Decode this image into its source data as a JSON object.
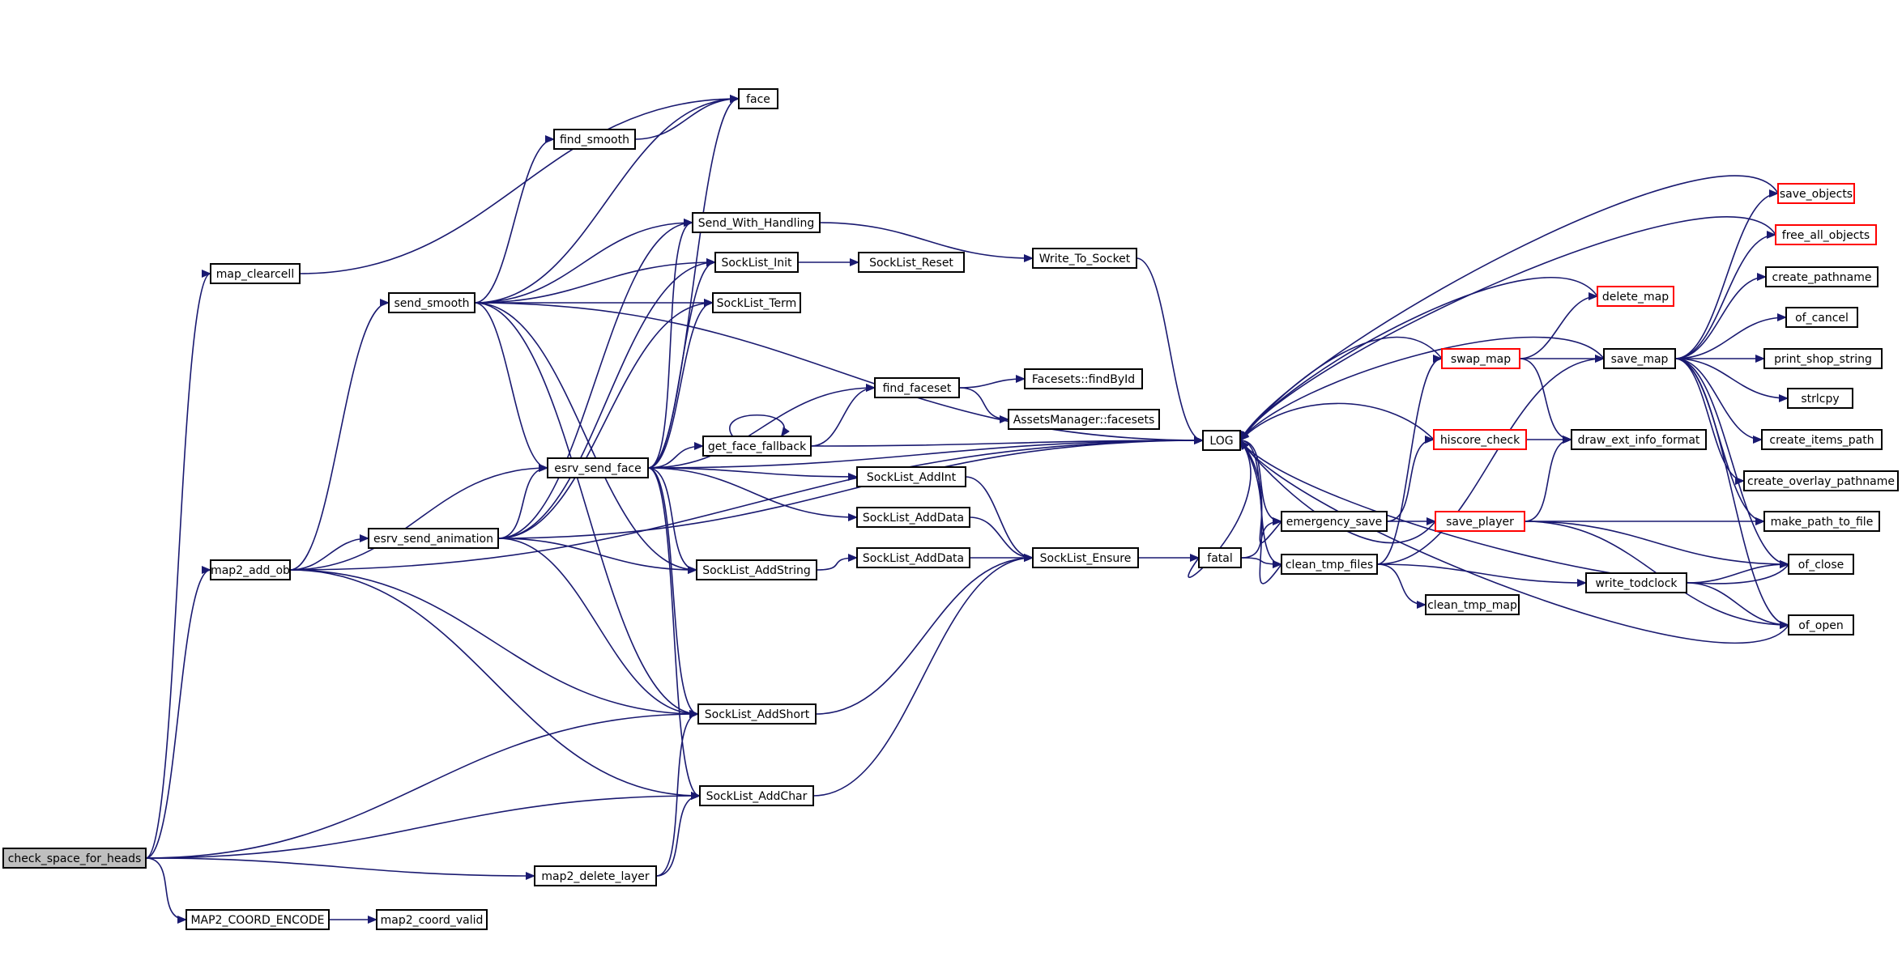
{
  "colors": {
    "edge": "#191970",
    "node_border": "#000000",
    "truncated_border": "#ff0000",
    "root_fill": "#bfbfbf",
    "node_fill": "#ffffff"
  },
  "nodes": [
    {
      "id": "check_space_for_heads",
      "label": "check_space_for_heads",
      "kind": "root"
    },
    {
      "id": "map_clearcell",
      "label": "map_clearcell",
      "kind": "normal"
    },
    {
      "id": "map2_add_ob",
      "label": "map2_add_ob",
      "kind": "normal"
    },
    {
      "id": "send_smooth",
      "label": "send_smooth",
      "kind": "normal"
    },
    {
      "id": "esrv_send_animation",
      "label": "esrv_send_animation",
      "kind": "normal"
    },
    {
      "id": "esrv_send_face",
      "label": "esrv_send_face",
      "kind": "normal"
    },
    {
      "id": "find_smooth",
      "label": "find_smooth",
      "kind": "normal"
    },
    {
      "id": "face",
      "label": "face",
      "kind": "normal"
    },
    {
      "id": "Send_With_Handling",
      "label": "Send_With_Handling",
      "kind": "normal"
    },
    {
      "id": "SockList_Init",
      "label": "SockList_Init",
      "kind": "normal"
    },
    {
      "id": "SockList_Term",
      "label": "SockList_Term",
      "kind": "normal"
    },
    {
      "id": "SockList_Reset",
      "label": "SockList_Reset",
      "kind": "normal"
    },
    {
      "id": "Write_To_Socket",
      "label": "Write_To_Socket",
      "kind": "normal"
    },
    {
      "id": "find_faceset",
      "label": "find_faceset",
      "kind": "normal"
    },
    {
      "id": "Facesets_findById",
      "label": "Facesets::findById",
      "kind": "normal"
    },
    {
      "id": "AssetsManager_facesets",
      "label": "AssetsManager::facesets",
      "kind": "normal"
    },
    {
      "id": "get_face_fallback",
      "label": "get_face_fallback",
      "kind": "normal"
    },
    {
      "id": "SockList_AddInt",
      "label": "SockList_AddInt",
      "kind": "normal"
    },
    {
      "id": "SockList_AddData_1",
      "label": "SockList_AddData",
      "kind": "normal"
    },
    {
      "id": "SockList_AddString",
      "label": "SockList_AddString",
      "kind": "normal"
    },
    {
      "id": "SockList_AddData_2",
      "label": "SockList_AddData",
      "kind": "normal"
    },
    {
      "id": "SockList_Ensure",
      "label": "SockList_Ensure",
      "kind": "normal"
    },
    {
      "id": "SockList_AddShort",
      "label": "SockList_AddShort",
      "kind": "normal"
    },
    {
      "id": "SockList_AddChar",
      "label": "SockList_AddChar",
      "kind": "normal"
    },
    {
      "id": "map2_delete_layer",
      "label": "map2_delete_layer",
      "kind": "normal"
    },
    {
      "id": "MAP2_COORD_ENCODE",
      "label": "MAP2_COORD_ENCODE",
      "kind": "normal"
    },
    {
      "id": "map2_coord_valid",
      "label": "map2_coord_valid",
      "kind": "normal"
    },
    {
      "id": "LOG",
      "label": "LOG",
      "kind": "normal"
    },
    {
      "id": "fatal",
      "label": "fatal",
      "kind": "normal"
    },
    {
      "id": "emergency_save",
      "label": "emergency_save",
      "kind": "normal"
    },
    {
      "id": "clean_tmp_files",
      "label": "clean_tmp_files",
      "kind": "normal"
    },
    {
      "id": "clean_tmp_map",
      "label": "clean_tmp_map",
      "kind": "normal"
    },
    {
      "id": "swap_map",
      "label": "swap_map",
      "kind": "truncated"
    },
    {
      "id": "delete_map",
      "label": "delete_map",
      "kind": "truncated"
    },
    {
      "id": "hiscore_check",
      "label": "hiscore_check",
      "kind": "truncated"
    },
    {
      "id": "save_player",
      "label": "save_player",
      "kind": "truncated"
    },
    {
      "id": "write_todclock",
      "label": "write_todclock",
      "kind": "normal"
    },
    {
      "id": "save_map",
      "label": "save_map",
      "kind": "normal"
    },
    {
      "id": "draw_ext_info_format",
      "label": "draw_ext_info_format",
      "kind": "normal"
    },
    {
      "id": "save_objects",
      "label": "save_objects",
      "kind": "truncated"
    },
    {
      "id": "free_all_objects",
      "label": "free_all_objects",
      "kind": "truncated"
    },
    {
      "id": "create_pathname",
      "label": "create_pathname",
      "kind": "normal"
    },
    {
      "id": "of_cancel",
      "label": "of_cancel",
      "kind": "normal"
    },
    {
      "id": "print_shop_string",
      "label": "print_shop_string",
      "kind": "normal"
    },
    {
      "id": "strlcpy",
      "label": "strlcpy",
      "kind": "normal"
    },
    {
      "id": "create_items_path",
      "label": "create_items_path",
      "kind": "normal"
    },
    {
      "id": "create_overlay_pathname",
      "label": "create_overlay_pathname",
      "kind": "normal"
    },
    {
      "id": "make_path_to_file",
      "label": "make_path_to_file",
      "kind": "normal"
    },
    {
      "id": "of_close",
      "label": "of_close",
      "kind": "normal"
    },
    {
      "id": "of_open",
      "label": "of_open",
      "kind": "normal"
    }
  ],
  "edges": [
    [
      "check_space_for_heads",
      "map_clearcell"
    ],
    [
      "check_space_for_heads",
      "map2_add_ob"
    ],
    [
      "check_space_for_heads",
      "SockList_AddShort"
    ],
    [
      "check_space_for_heads",
      "map2_delete_layer"
    ],
    [
      "check_space_for_heads",
      "MAP2_COORD_ENCODE"
    ],
    [
      "check_space_for_heads",
      "SockList_AddChar"
    ],
    [
      "map_clearcell",
      "face"
    ],
    [
      "map2_add_ob",
      "send_smooth"
    ],
    [
      "map2_add_ob",
      "esrv_send_animation"
    ],
    [
      "map2_add_ob",
      "esrv_send_face"
    ],
    [
      "map2_add_ob",
      "SockList_AddShort"
    ],
    [
      "map2_add_ob",
      "SockList_AddChar"
    ],
    [
      "map2_add_ob",
      "LOG"
    ],
    [
      "send_smooth",
      "face"
    ],
    [
      "send_smooth",
      "find_smooth"
    ],
    [
      "send_smooth",
      "Send_With_Handling"
    ],
    [
      "send_smooth",
      "SockList_Init"
    ],
    [
      "send_smooth",
      "SockList_Term"
    ],
    [
      "send_smooth",
      "esrv_send_face"
    ],
    [
      "send_smooth",
      "SockList_AddString"
    ],
    [
      "send_smooth",
      "SockList_AddShort"
    ],
    [
      "send_smooth",
      "LOG"
    ],
    [
      "find_smooth",
      "face"
    ],
    [
      "esrv_send_animation",
      "Send_With_Handling"
    ],
    [
      "esrv_send_animation",
      "SockList_Init"
    ],
    [
      "esrv_send_animation",
      "SockList_Term"
    ],
    [
      "esrv_send_animation",
      "esrv_send_face"
    ],
    [
      "esrv_send_animation",
      "SockList_AddString"
    ],
    [
      "esrv_send_animation",
      "SockList_AddShort"
    ],
    [
      "esrv_send_animation",
      "LOG"
    ],
    [
      "esrv_send_face",
      "face"
    ],
    [
      "esrv_send_face",
      "Send_With_Handling"
    ],
    [
      "esrv_send_face",
      "SockList_Init"
    ],
    [
      "esrv_send_face",
      "SockList_Term"
    ],
    [
      "esrv_send_face",
      "find_faceset"
    ],
    [
      "esrv_send_face",
      "get_face_fallback"
    ],
    [
      "esrv_send_face",
      "SockList_AddInt"
    ],
    [
      "esrv_send_face",
      "SockList_AddData_1"
    ],
    [
      "esrv_send_face",
      "SockList_AddString"
    ],
    [
      "esrv_send_face",
      "SockList_AddShort"
    ],
    [
      "esrv_send_face",
      "SockList_AddChar"
    ],
    [
      "esrv_send_face",
      "LOG"
    ],
    [
      "Send_With_Handling",
      "Write_To_Socket"
    ],
    [
      "SockList_Init",
      "SockList_Reset"
    ],
    [
      "Write_To_Socket",
      "LOG"
    ],
    [
      "find_faceset",
      "Facesets_findById"
    ],
    [
      "find_faceset",
      "AssetsManager_facesets"
    ],
    [
      "get_face_fallback",
      "get_face_fallback"
    ],
    [
      "get_face_fallback",
      "find_faceset"
    ],
    [
      "get_face_fallback",
      "LOG"
    ],
    [
      "SockList_AddInt",
      "SockList_Ensure"
    ],
    [
      "SockList_AddData_1",
      "SockList_Ensure"
    ],
    [
      "SockList_AddString",
      "SockList_AddData_2"
    ],
    [
      "SockList_AddData_2",
      "SockList_Ensure"
    ],
    [
      "SockList_AddShort",
      "SockList_Ensure"
    ],
    [
      "SockList_AddChar",
      "SockList_Ensure"
    ],
    [
      "map2_delete_layer",
      "SockList_AddShort"
    ],
    [
      "map2_delete_layer",
      "SockList_AddChar"
    ],
    [
      "MAP2_COORD_ENCODE",
      "map2_coord_valid"
    ],
    [
      "SockList_Ensure",
      "fatal"
    ],
    [
      "fatal",
      "LOG"
    ],
    [
      "fatal",
      "emergency_save"
    ],
    [
      "fatal",
      "clean_tmp_files"
    ],
    [
      "LOG",
      "emergency_save"
    ],
    [
      "LOG",
      "clean_tmp_files"
    ],
    [
      "emergency_save",
      "LOG"
    ],
    [
      "emergency_save",
      "hiscore_check"
    ],
    [
      "emergency_save",
      "save_player"
    ],
    [
      "clean_tmp_files",
      "LOG"
    ],
    [
      "clean_tmp_files",
      "swap_map"
    ],
    [
      "clean_tmp_files",
      "save_map"
    ],
    [
      "clean_tmp_files",
      "clean_tmp_map"
    ],
    [
      "clean_tmp_files",
      "write_todclock"
    ],
    [
      "swap_map",
      "LOG"
    ],
    [
      "swap_map",
      "delete_map"
    ],
    [
      "swap_map",
      "save_map"
    ],
    [
      "swap_map",
      "draw_ext_info_format"
    ],
    [
      "delete_map",
      "LOG"
    ],
    [
      "hiscore_check",
      "LOG"
    ],
    [
      "hiscore_check",
      "draw_ext_info_format"
    ],
    [
      "save_player",
      "LOG"
    ],
    [
      "save_player",
      "draw_ext_info_format"
    ],
    [
      "save_player",
      "make_path_to_file"
    ],
    [
      "save_player",
      "of_close"
    ],
    [
      "save_player",
      "of_open"
    ],
    [
      "write_todclock",
      "of_close"
    ],
    [
      "write_todclock",
      "of_open"
    ],
    [
      "save_map",
      "LOG"
    ],
    [
      "save_map",
      "save_objects"
    ],
    [
      "save_map",
      "free_all_objects"
    ],
    [
      "save_map",
      "create_pathname"
    ],
    [
      "save_map",
      "of_cancel"
    ],
    [
      "save_map",
      "print_shop_string"
    ],
    [
      "save_map",
      "strlcpy"
    ],
    [
      "save_map",
      "create_items_path"
    ],
    [
      "save_map",
      "create_overlay_pathname"
    ],
    [
      "save_map",
      "make_path_to_file"
    ],
    [
      "save_map",
      "of_close"
    ],
    [
      "save_map",
      "of_open"
    ],
    [
      "save_objects",
      "LOG"
    ],
    [
      "free_all_objects",
      "LOG"
    ],
    [
      "of_close",
      "LOG"
    ],
    [
      "of_open",
      "LOG"
    ]
  ]
}
